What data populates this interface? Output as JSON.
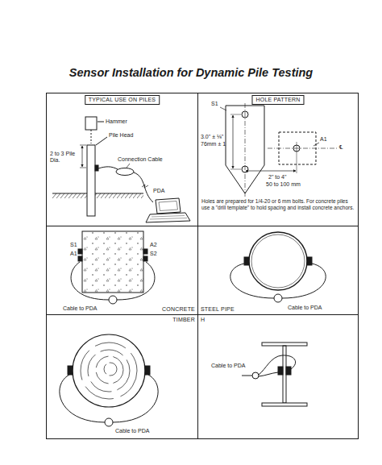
{
  "diagram": {
    "title": "Sensor Installation for Dynamic Pile Testing",
    "nodes": [
      {
        "text": [
          "TYPICAL USE ON PILES"
        ]
      },
      {
        "text": [
          "HOLE PATTERN"
        ]
      },
      {
        "text": [
          "CONCRETE"
        ]
      },
      {
        "text": [
          "STEEL PIPE"
        ]
      },
      {
        "text": [
          "TIMBER"
        ]
      },
      {
        "text": [
          "H"
        ]
      }
    ],
    "labels": [
      "Hammer",
      "Pile Head",
      "2 to 3 Pile Dia.",
      "Connection Cable",
      "PDA",
      "S1",
      "3.0\" ± ⅛\"",
      "76mm ± 1",
      "A1",
      "℄",
      "2\" to 4\"",
      "50 to 100 mm",
      "Holes are prepared for 1/4-20 or 6 mm bolts. For concrete piles use a \"drill template\" to hold spacing and install concrete anchors.",
      "S1",
      "A1",
      "A2",
      "S2",
      "Cable to PDA",
      "Cable to PDA",
      "Cable to PDA",
      "Cable to PDA"
    ]
  }
}
